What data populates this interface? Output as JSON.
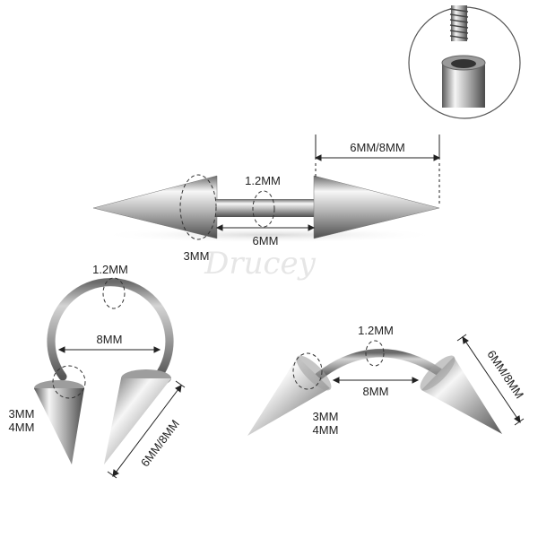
{
  "watermark": "Drucey",
  "straight_barbell": {
    "bar_thickness": "1.2MM",
    "bar_length": "6MM",
    "spike_length": "6MM/8MM",
    "spike_base": "3MM"
  },
  "horseshoe": {
    "bar_thickness": "1.2MM",
    "inner_diameter": "8MM",
    "spike_base_1": "3MM",
    "spike_base_2": "4MM",
    "spike_length": "6MM/8MM"
  },
  "curved_barbell": {
    "bar_thickness": "1.2MM",
    "bar_length": "8MM",
    "spike_base_1": "3MM",
    "spike_base_2": "4MM",
    "spike_length": "6MM/8MM"
  },
  "colors": {
    "metal_light": "#f4f4f4",
    "metal_mid": "#b5b5b5",
    "metal_dark": "#5e5e5e",
    "dim_line": "#222222"
  }
}
